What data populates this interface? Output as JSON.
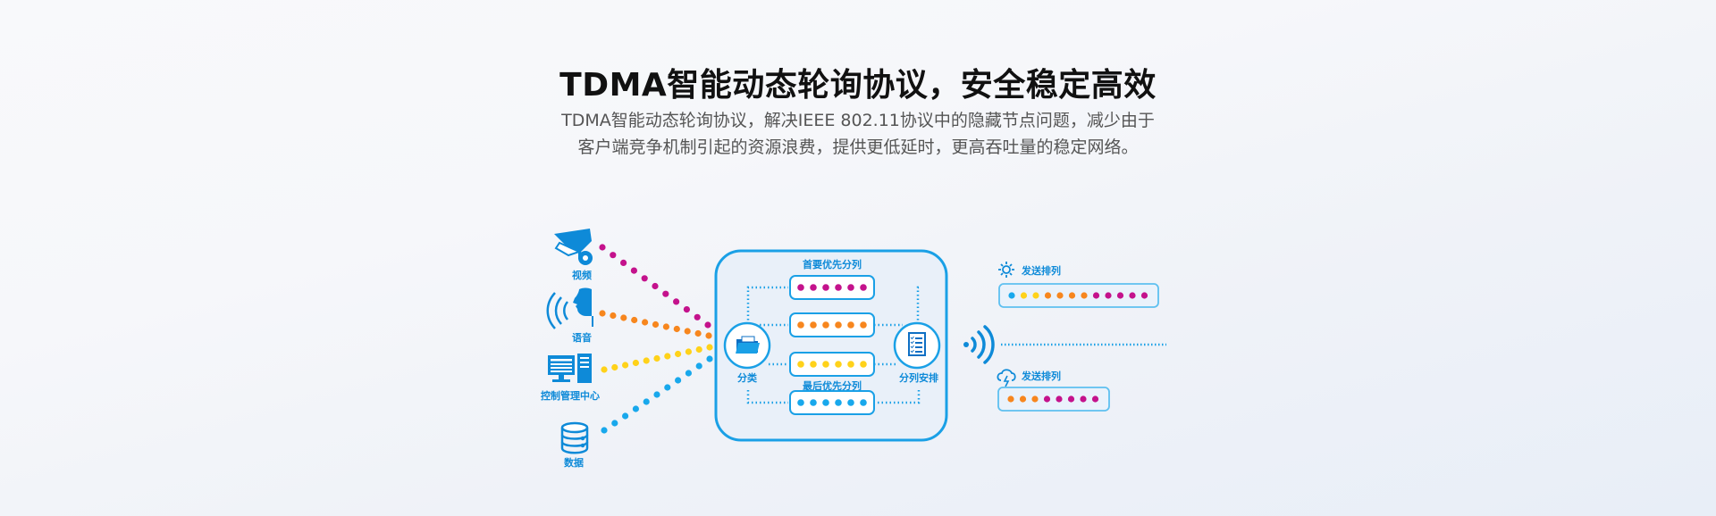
{
  "header": {
    "title": "TDMA智能动态轮询协议，安全稳定高效",
    "description_lines": [
      "TDMA智能动态轮询协议，解决IEEE 802.11协议中的隐藏节点问题，减少由于",
      "客户端竞争机制引起的资源浪费，提供更低延时，更高吞吐量的稳定网络。"
    ]
  },
  "colors": {
    "primary_blue": "#1aa0e6",
    "magenta": "#c4128c",
    "orange": "#f7861e",
    "yellow": "#ffd21a",
    "cyan": "#18a8ec",
    "title_text": "#111111",
    "body_text": "#555555"
  },
  "diagram": {
    "sources": [
      {
        "label": "视频",
        "icon": "camera-icon",
        "color": "magenta"
      },
      {
        "label": "语音",
        "icon": "voice-icon",
        "color": "orange"
      },
      {
        "label": "控制管理中心",
        "icon": "computer-icon",
        "color": "yellow"
      },
      {
        "label": "数据",
        "icon": "database-icon",
        "color": "cyan"
      }
    ],
    "classify_label": "分类",
    "schedule_label": "分列安排",
    "queue_top_label": "首要优先分列",
    "queue_bottom_label": "最后优先分列",
    "queues": [
      {
        "color": "magenta",
        "dots": 6
      },
      {
        "color": "orange",
        "dots": 6
      },
      {
        "color": "yellow",
        "dots": 6
      },
      {
        "color": "cyan",
        "dots": 6
      }
    ],
    "outputs": [
      {
        "label": "发送排列",
        "icon": "sun-icon",
        "sequence": [
          "cyan",
          "yellow",
          "yellow",
          "orange",
          "orange",
          "orange",
          "orange",
          "magenta",
          "magenta",
          "magenta",
          "magenta",
          "magenta"
        ]
      },
      {
        "label": "发送排列",
        "icon": "cloud-lightning-icon",
        "sequence": [
          "orange",
          "orange",
          "orange",
          "magenta",
          "magenta",
          "magenta",
          "magenta",
          "magenta"
        ]
      }
    ]
  }
}
